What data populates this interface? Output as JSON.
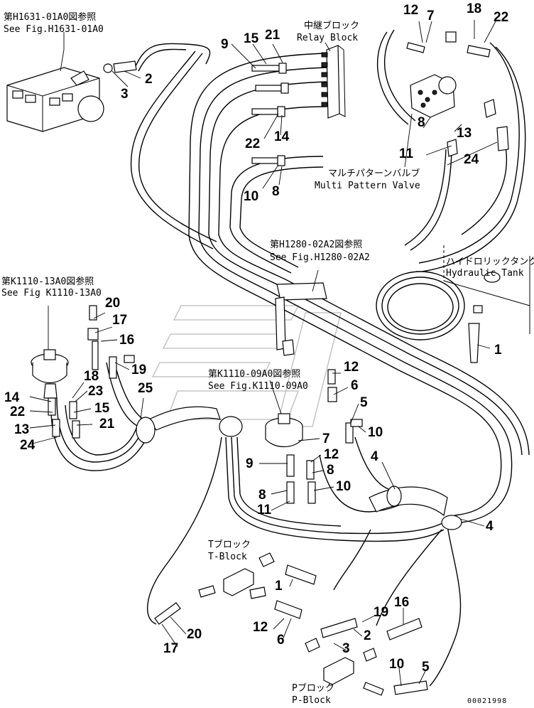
{
  "references": {
    "h1631": {
      "jp": "第H1631-01A0図参照",
      "en": "See Fig.H1631-01A0"
    },
    "h1280": {
      "jp": "第H1280-02A2図参照",
      "en": "See Fig.H1280-02A2"
    },
    "k1110_13": {
      "jp": "第K1110-13A0図参照",
      "en": "See Fig K1110-13A0"
    },
    "k1110_09": {
      "jp": "第K1110-09A0図参照",
      "en": "See Fig.K1110-09A0"
    }
  },
  "components": {
    "relay_block": {
      "jp": "中継ブロック",
      "en": "Relay Block"
    },
    "multi_pattern_valve": {
      "jp": "マルチパターンバルブ",
      "en": "Multi Pattern Valve"
    },
    "hydraulic_tank": {
      "jp": "ハイドロリックタンク",
      "en": "Hydraulic Tank"
    },
    "t_block": {
      "jp": "Tブロック",
      "en": "T-Block"
    },
    "p_block": {
      "jp": "Pブロック",
      "en": "P-Block"
    }
  },
  "callouts": [
    {
      "id": "c12a",
      "text": "12"
    },
    {
      "id": "c7a",
      "text": "7"
    },
    {
      "id": "c18a",
      "text": "18"
    },
    {
      "id": "c22a",
      "text": "22"
    },
    {
      "id": "c2a",
      "text": "2"
    },
    {
      "id": "c3a",
      "text": "3"
    },
    {
      "id": "c9a",
      "text": "9"
    },
    {
      "id": "c15a",
      "text": "15"
    },
    {
      "id": "c21a",
      "text": "21"
    },
    {
      "id": "c22b",
      "text": "22"
    },
    {
      "id": "c14a",
      "text": "14"
    },
    {
      "id": "c10a",
      "text": "10"
    },
    {
      "id": "c8a",
      "text": "8"
    },
    {
      "id": "c8b",
      "text": "8"
    },
    {
      "id": "c13a",
      "text": "13"
    },
    {
      "id": "c11a",
      "text": "11"
    },
    {
      "id": "c24a",
      "text": "24"
    },
    {
      "id": "c1a",
      "text": "1"
    },
    {
      "id": "c20a",
      "text": "20"
    },
    {
      "id": "c17a",
      "text": "17"
    },
    {
      "id": "c16a",
      "text": "16"
    },
    {
      "id": "c19a",
      "text": "19"
    },
    {
      "id": "c18b",
      "text": "18"
    },
    {
      "id": "c23a",
      "text": "23"
    },
    {
      "id": "c14b",
      "text": "14"
    },
    {
      "id": "c22c",
      "text": "22"
    },
    {
      "id": "c15b",
      "text": "15"
    },
    {
      "id": "c21b",
      "text": "21"
    },
    {
      "id": "c13b",
      "text": "13"
    },
    {
      "id": "c24b",
      "text": "24"
    },
    {
      "id": "c25a",
      "text": "25"
    },
    {
      "id": "c12b",
      "text": "12"
    },
    {
      "id": "c6a",
      "text": "6"
    },
    {
      "id": "c5a",
      "text": "5"
    },
    {
      "id": "c10b",
      "text": "10"
    },
    {
      "id": "c7b",
      "text": "7"
    },
    {
      "id": "c12c",
      "text": "12"
    },
    {
      "id": "c9b",
      "text": "9"
    },
    {
      "id": "c8c",
      "text": "8"
    },
    {
      "id": "c10c",
      "text": "10"
    },
    {
      "id": "c8d",
      "text": "8"
    },
    {
      "id": "c11b",
      "text": "11"
    },
    {
      "id": "c4a",
      "text": "4"
    },
    {
      "id": "c4b",
      "text": "4"
    },
    {
      "id": "c1b",
      "text": "1"
    },
    {
      "id": "c20b",
      "text": "20"
    },
    {
      "id": "c17b",
      "text": "17"
    },
    {
      "id": "c12d",
      "text": "12"
    },
    {
      "id": "c6b",
      "text": "6"
    },
    {
      "id": "c19b",
      "text": "19"
    },
    {
      "id": "c16b",
      "text": "16"
    },
    {
      "id": "c2b",
      "text": "2"
    },
    {
      "id": "c3b",
      "text": "3"
    },
    {
      "id": "c10d",
      "text": "10"
    },
    {
      "id": "c5b",
      "text": "5"
    }
  ],
  "drawing_number": "00021998"
}
